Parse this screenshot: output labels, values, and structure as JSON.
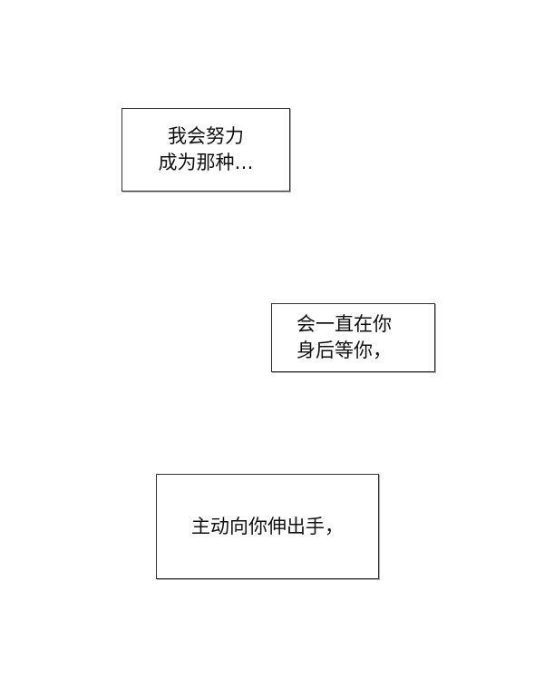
{
  "captions": [
    {
      "lines": [
        "我会努力",
        "成为那种…"
      ]
    },
    {
      "lines": [
        "会一直在你",
        "身后等你，"
      ]
    },
    {
      "lines": [
        "主动向你伸出手，"
      ]
    }
  ]
}
